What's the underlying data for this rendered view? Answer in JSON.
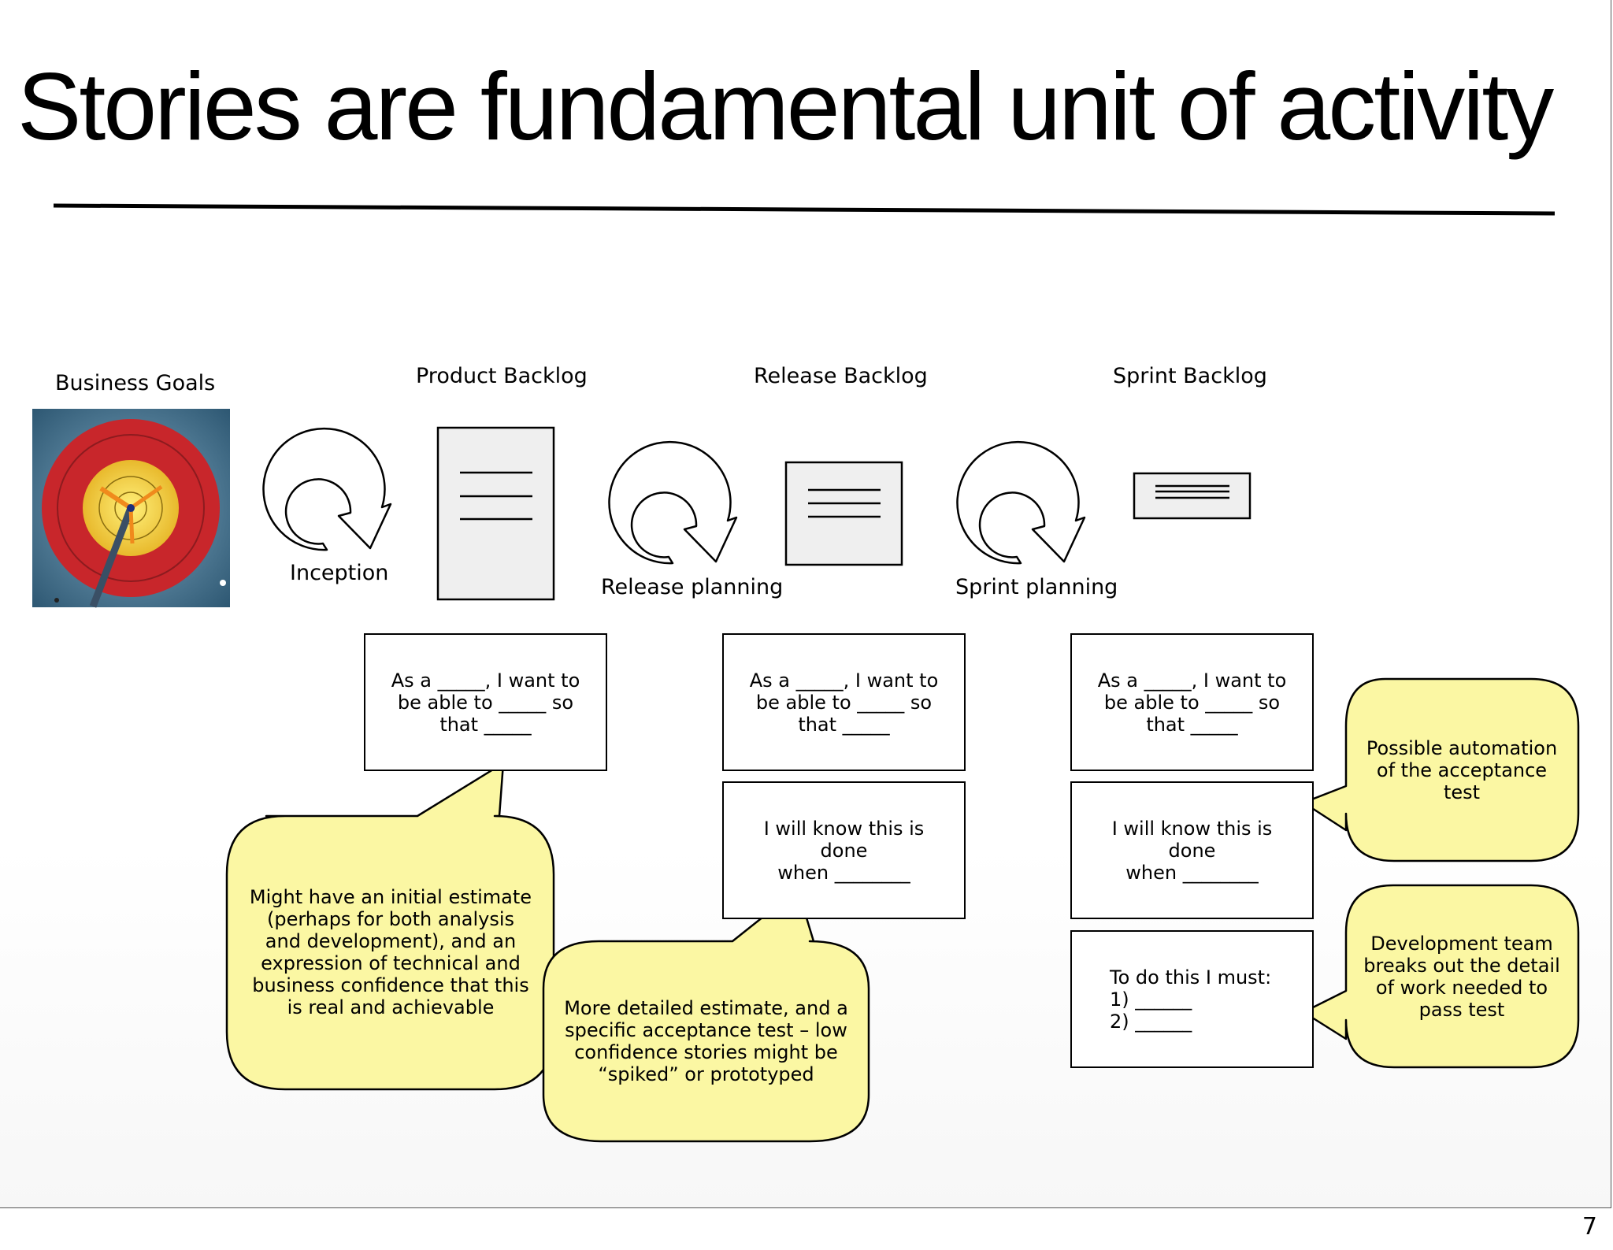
{
  "slide": {
    "title": "Stories are fundamental unit of activity",
    "page_number": "7"
  },
  "stages": {
    "business_goals": "Business Goals",
    "product_backlog": "Product Backlog",
    "release_backlog": "Release Backlog",
    "sprint_backlog": "Sprint Backlog"
  },
  "steps": {
    "inception": "Inception",
    "release_planning": "Release planning",
    "sprint_planning": "Sprint planning"
  },
  "cards": {
    "story_template": "As a _____, I want to\nbe able to _____ so\nthat _____",
    "done_template": "I will know this is done\nwhen ________",
    "todo_template": "To do this I must:\n1)              ______\n2)              ______"
  },
  "callouts": {
    "initial_estimate": "Might have an initial estimate\n(perhaps for both analysis\nand development), and an\nexpression of technical and\nbusiness confidence that this\nis real and achievable",
    "detailed_estimate": "More detailed estimate, and a\nspecific acceptance test – low\nconfidence stories might be\n“spiked” or prototyped",
    "automation": "Possible automation\nof the acceptance\ntest",
    "dev_team": "Development team\nbreaks out the detail\nof work needed to\npass test"
  },
  "colors": {
    "callout_fill": "#fbf7a3",
    "document_fill": "#efefef",
    "target_red": "#c8262b",
    "target_yellow": "#f1c83a",
    "target_blue": "#4f7d99"
  }
}
